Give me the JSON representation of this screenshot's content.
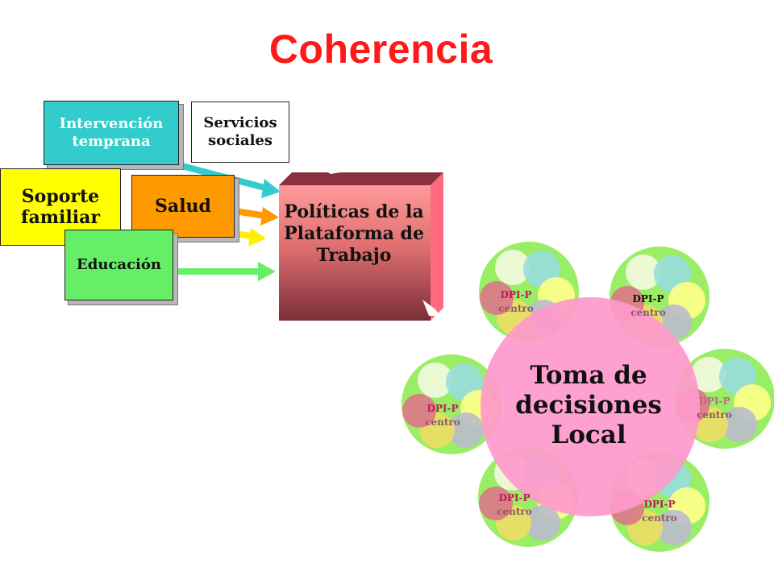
{
  "title": "Coherencia",
  "boxes": {
    "intervencion": "Intervención\ntemprana",
    "servicios": "Servicios\nsociales",
    "soporte": "Soporte\nfamiliar",
    "salud": "Salud",
    "educacion": "Educación"
  },
  "policy_box": "Políticas de la\nPlataforma de\nTrabajo",
  "decision_hub": "Toma de\ndecisiones\nLocal",
  "clusters": [
    {
      "line1": "DPI-P",
      "line2": "centro"
    },
    {
      "line1": "DPI-P",
      "line2": "centro"
    },
    {
      "line1": "DPI-P",
      "line2": "centro"
    },
    {
      "line1": "DPI-P",
      "line2": "centro"
    },
    {
      "line1": "DPI-P",
      "line2": "centro"
    },
    {
      "line1": "DPI-P",
      "line2": "centro"
    }
  ],
  "colors": {
    "title": "#ff1a1a",
    "intervencion": "#33cccc",
    "soporte": "#ffff00",
    "salud": "#ff9900",
    "educacion": "#66ee66",
    "policy_front_top": "#ff9a9a",
    "policy_front_bottom": "#7a2e38",
    "hub": "#ff99cc",
    "cluster_ring": "#99ee66"
  }
}
